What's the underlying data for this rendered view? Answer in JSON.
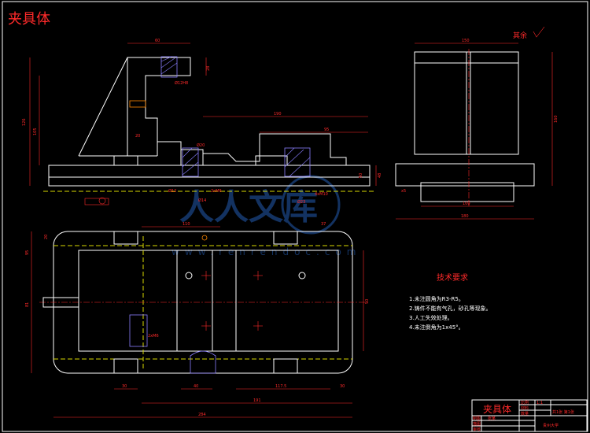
{
  "title": "夹具体",
  "surface_note": "其余",
  "tech": {
    "heading": "技术要求",
    "items": [
      "1.未注圆角为R3-R5。",
      "2.铸件不能有气孔，砂孔等现象。",
      "3.人工失效处理。",
      "4.未注倒角为1x45°。"
    ]
  },
  "watermark": {
    "text": "人人文库",
    "url": "www.renrendoc.com"
  },
  "dims": {
    "front_60": "60",
    "front_190": "190",
    "front_95": "95",
    "front_126": "126",
    "front_105": "105",
    "front_20": "20",
    "front_28": "28",
    "front_48": "48",
    "front_50": "50",
    "front_phi12H8": "Ø12H8",
    "front_phi12": "Ø12",
    "front_2M6": "2xM6",
    "front_phi14": "Ø14",
    "front_phi23": "Ø23",
    "front_4M10": "4xM10",
    "front_phi20": "Ø20",
    "side_150": "150",
    "side_180": "180",
    "side_160": "160",
    "side_100": "100",
    "side_x5": "x5",
    "top_110": "110",
    "top_37": "37",
    "top_95": "95",
    "top_81": "81",
    "top_50": "50",
    "top_40": "40",
    "top_117_5": "117.5",
    "top_30": "30",
    "top_191": "191",
    "top_284": "284",
    "top_2M6": "2xM6",
    "top_20": "20"
  },
  "title_block": {
    "name": "夹具体",
    "school": "贵州大学",
    "ratio_label": "比例",
    "ratio": "1:1",
    "material_label": "材料",
    "qty_label": "数量",
    "sheet": "共1张 第1张",
    "drawn_label": "制图",
    "drawn_by": "张某",
    "check_label": "描图",
    "audit_label": "审核"
  }
}
